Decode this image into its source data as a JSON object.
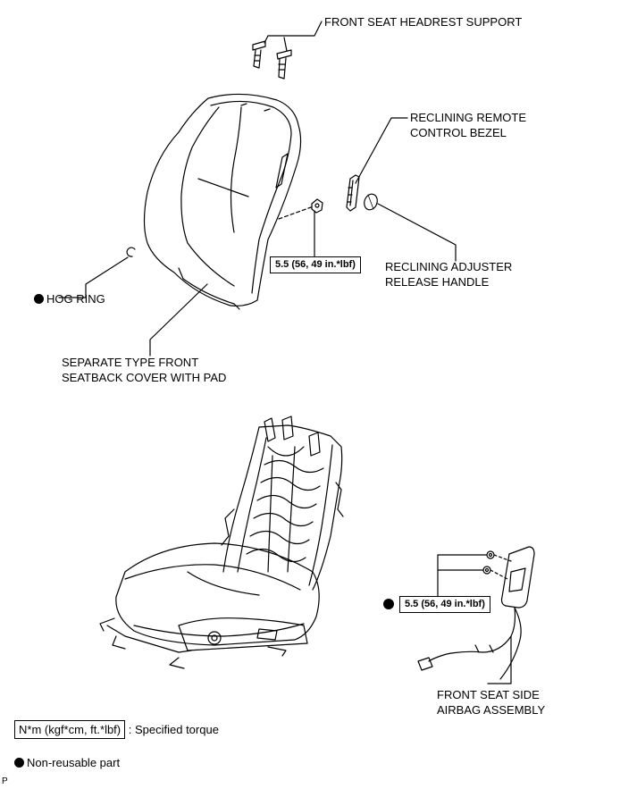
{
  "labels": {
    "headrest_support": "FRONT SEAT HEADREST SUPPORT",
    "bezel_line1": "RECLINING REMOTE",
    "bezel_line2": "CONTROL BEZEL",
    "handle_line1": "RECLINING ADJUSTER",
    "handle_line2": "RELEASE HANDLE",
    "hog_ring": "HOG RING",
    "cover_line1": "SEPARATE TYPE FRONT",
    "cover_line2": "SEATBACK COVER WITH PAD",
    "airbag_line1": "FRONT SEAT SIDE",
    "airbag_line2": "AIRBAG ASSEMBLY"
  },
  "torque": {
    "upper": "5.5 (56, 49 in.*lbf)",
    "lower": "5.5 (56, 49 in.*lbf)"
  },
  "legend": {
    "unit_box": "N*m (kgf*cm, ft.*lbf)",
    "unit_text": ": Specified torque",
    "non_reusable": "Non-reusable part"
  },
  "corner_mark": "P",
  "colors": {
    "line": "#000000",
    "background": "#ffffff"
  }
}
